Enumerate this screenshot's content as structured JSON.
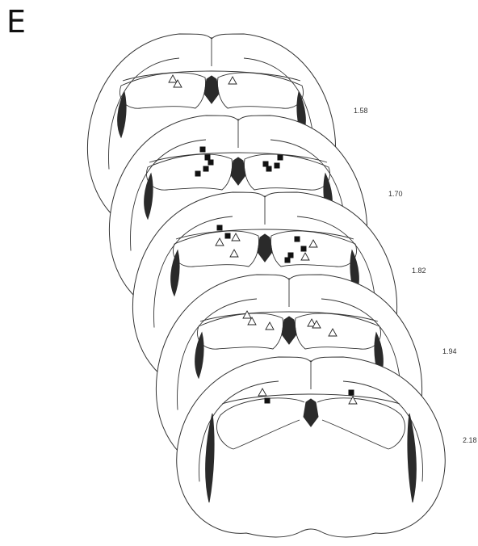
{
  "panel_letter": "E",
  "sections": [
    {
      "level_label": "1.58",
      "markers": [
        {
          "type": "open-triangle"
        },
        {
          "type": "open-triangle"
        },
        {
          "type": "open-triangle"
        }
      ]
    },
    {
      "level_label": "1.70",
      "markers": [
        {
          "type": "filled-square"
        },
        {
          "type": "filled-square"
        },
        {
          "type": "filled-square"
        },
        {
          "type": "filled-square"
        },
        {
          "type": "filled-square"
        },
        {
          "type": "filled-square"
        },
        {
          "type": "filled-square"
        },
        {
          "type": "filled-square"
        },
        {
          "type": "filled-square"
        }
      ]
    },
    {
      "level_label": "1.82",
      "markers": [
        {
          "type": "filled-square"
        },
        {
          "type": "filled-square"
        },
        {
          "type": "open-triangle"
        },
        {
          "type": "open-triangle"
        },
        {
          "type": "open-triangle"
        },
        {
          "type": "filled-square"
        },
        {
          "type": "open-triangle"
        },
        {
          "type": "filled-square"
        },
        {
          "type": "filled-square"
        },
        {
          "type": "filled-square"
        },
        {
          "type": "open-triangle"
        }
      ]
    },
    {
      "level_label": "1.94",
      "markers": [
        {
          "type": "open-triangle"
        },
        {
          "type": "open-triangle"
        },
        {
          "type": "open-triangle"
        },
        {
          "type": "open-triangle"
        },
        {
          "type": "open-triangle"
        },
        {
          "type": "open-triangle"
        }
      ]
    },
    {
      "level_label": "2.18",
      "markers": [
        {
          "type": "open-triangle"
        },
        {
          "type": "filled-square"
        },
        {
          "type": "filled-square"
        },
        {
          "type": "open-triangle"
        }
      ]
    }
  ],
  "colors": {
    "outline": "#333333",
    "ventricle_fill": "#2a2a2a",
    "square_fill": "#111111",
    "triangle_stroke": "#222222",
    "background": "#ffffff"
  }
}
